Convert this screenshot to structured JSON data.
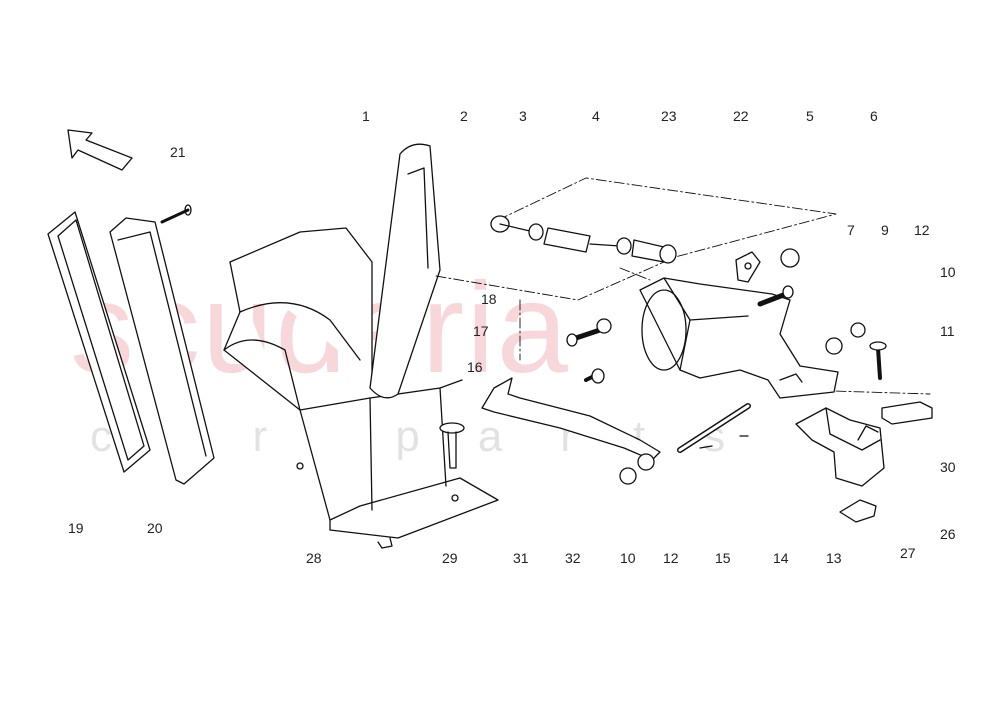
{
  "watermark": {
    "brand": "scuderia",
    "tagline": "car parts",
    "color": "#e88c96"
  },
  "callouts": {
    "c1": "1",
    "c2": "2",
    "c3": "3",
    "c4": "4",
    "c23": "23",
    "c22": "22",
    "c5": "5",
    "c6": "6",
    "c21": "21",
    "c7": "7",
    "c9": "9",
    "c12a": "12",
    "c10a": "10",
    "c18": "18",
    "c17": "17",
    "c11": "11",
    "c16": "16",
    "c30": "30",
    "c26": "26",
    "c19": "19",
    "c20": "20",
    "c28": "28",
    "c29": "29",
    "c31": "31",
    "c32": "32",
    "c10b": "10",
    "c12b": "12",
    "c15": "15",
    "c14": "14",
    "c13": "13",
    "c27": "27"
  },
  "icons": {
    "direction_arrow": "arrow-up-left-icon"
  }
}
